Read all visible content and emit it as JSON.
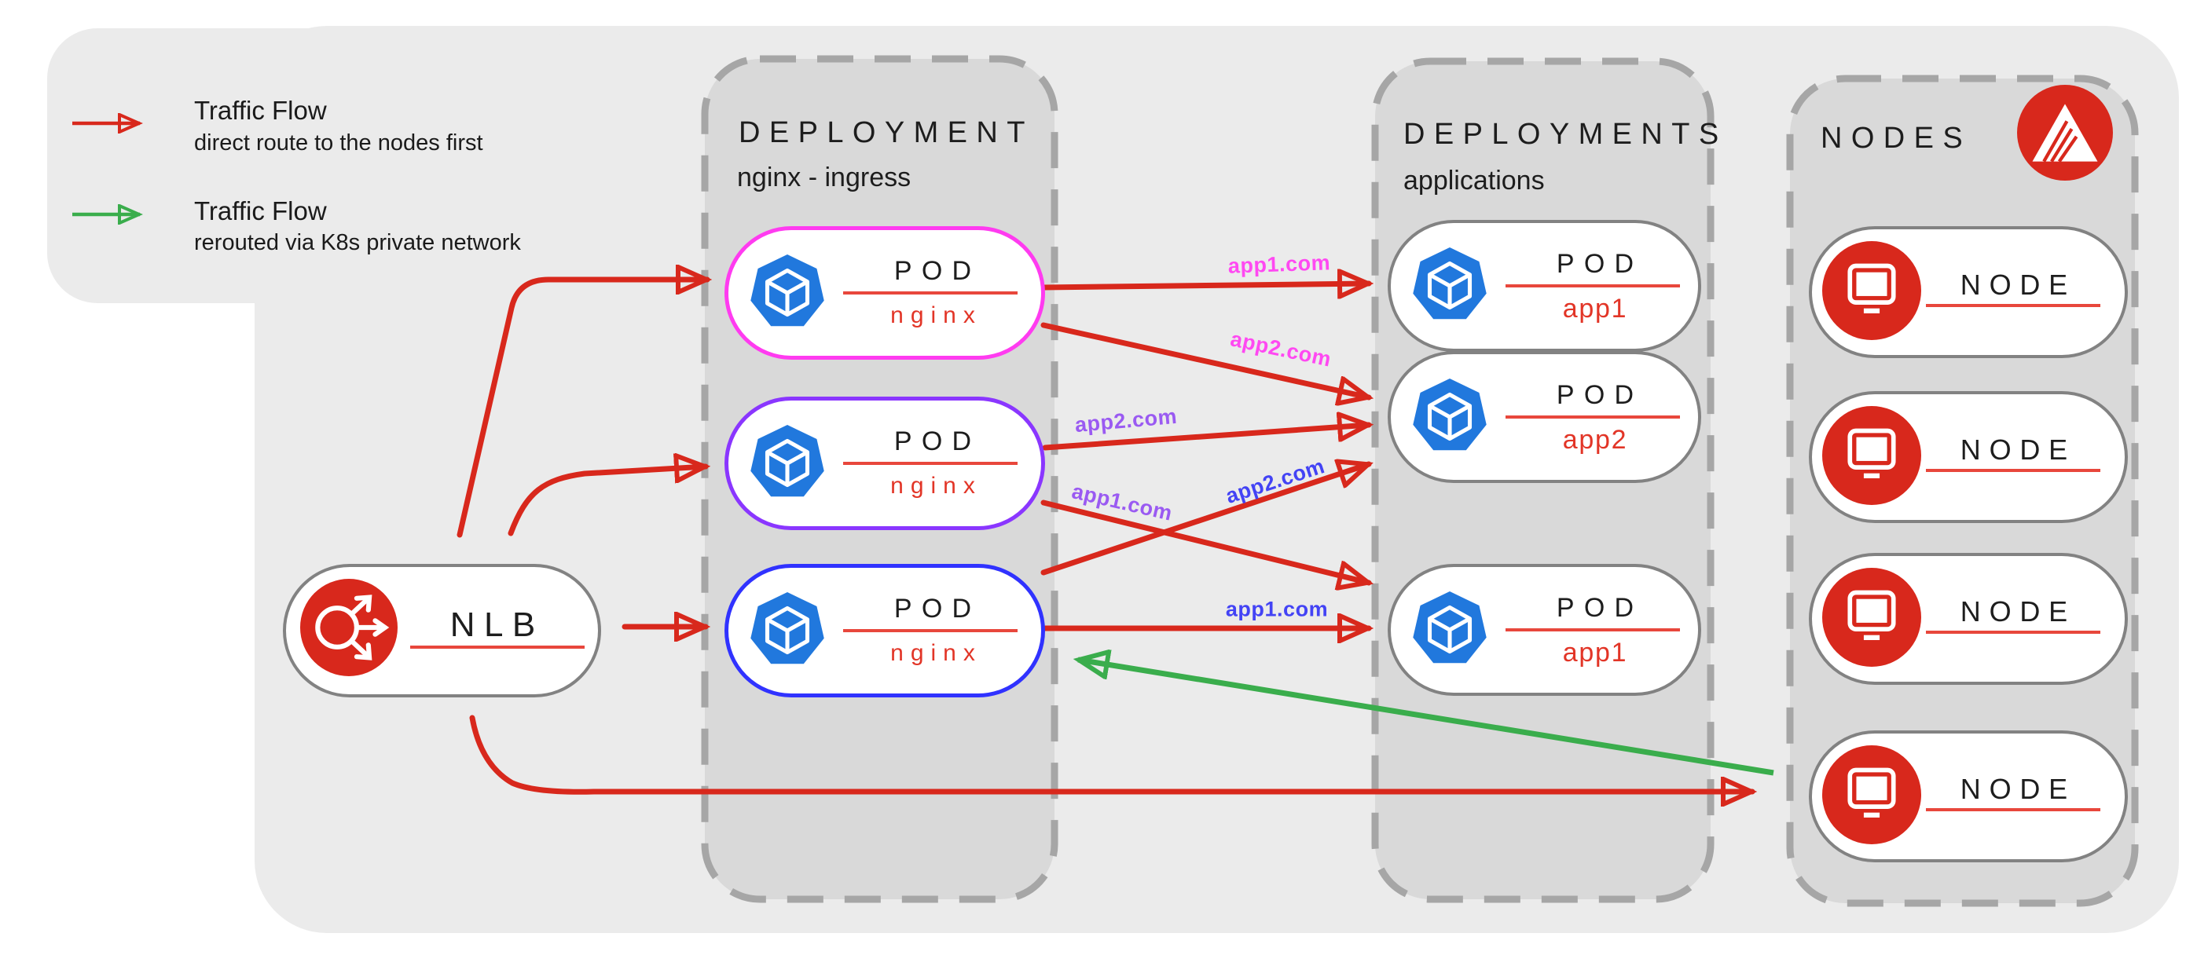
{
  "legend": {
    "items": [
      {
        "title": "Traffic Flow",
        "subtitle": "direct route to the nodes first",
        "color": "#d8281c"
      },
      {
        "title": "Traffic Flow",
        "subtitle": "rerouted via K8s private network",
        "color": "#3aad4c"
      }
    ]
  },
  "nlb": {
    "label": "NLB"
  },
  "columns": {
    "ingress": {
      "title": "DEPLOYMENT",
      "subtitle": "nginx - ingress",
      "pods": [
        {
          "label": "POD",
          "name": "nginx",
          "border_color": "#ff3bf0"
        },
        {
          "label": "POD",
          "name": "nginx",
          "border_color": "#8a36ff"
        },
        {
          "label": "POD",
          "name": "nginx",
          "border_color": "#3032ff"
        }
      ]
    },
    "apps": {
      "title": "DEPLOYMENTS",
      "subtitle": "applications",
      "pods": [
        {
          "label": "POD",
          "name": "app1"
        },
        {
          "label": "POD",
          "name": "app2"
        },
        {
          "label": "POD",
          "name": "app1"
        }
      ]
    },
    "nodes": {
      "title": "NODES",
      "items": [
        {
          "label": "NODE"
        },
        {
          "label": "NODE"
        },
        {
          "label": "NODE"
        },
        {
          "label": "NODE"
        }
      ]
    }
  },
  "flow_labels": [
    {
      "text": "app1.com",
      "color": "#ff49f2"
    },
    {
      "text": "app2.com",
      "color": "#ff49f2"
    },
    {
      "text": "app2.com",
      "color": "#9a5af2"
    },
    {
      "text": "app1.com",
      "color": "#9a5af2"
    },
    {
      "text": "app2.com",
      "color": "#4343f5"
    },
    {
      "text": "app1.com",
      "color": "#4343f5"
    }
  ],
  "colors": {
    "traffic_red": "#d8281c",
    "traffic_green": "#3aad4c",
    "panel_gray": "#ebebeb",
    "column_fill": "#d9d9d9",
    "dash_gray": "#a6a6a6",
    "pod_icon_blue": "#2178dd",
    "underline_red": "#e8473c",
    "icon_badge_red": "#d8281c"
  }
}
